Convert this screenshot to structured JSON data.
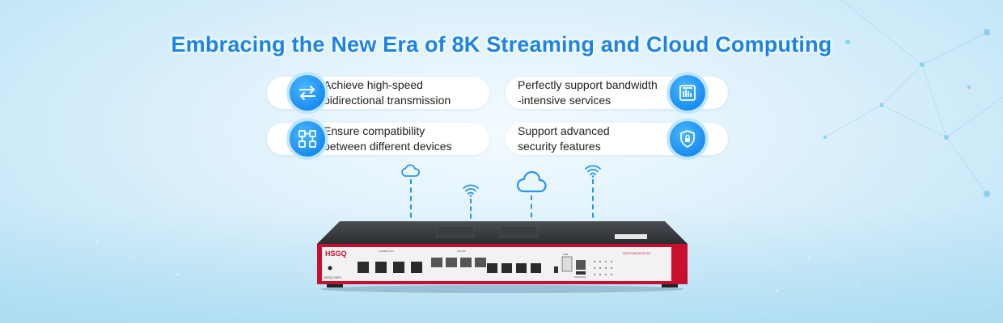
{
  "headline": "Embracing the New Era of 8K Streaming and Cloud Computing",
  "features": [
    {
      "lines": [
        "Achieve high-speed",
        "bidirectional transmission"
      ],
      "icon": "bidirectional-arrows-icon"
    },
    {
      "lines": [
        "Perfectly support bandwidth",
        "-intensive services"
      ],
      "icon": "network-box-icon"
    },
    {
      "lines": [
        "Ensure compatibility",
        "between different devices"
      ],
      "icon": "device-network-icon"
    },
    {
      "lines": [
        "Support advanced",
        "security features"
      ],
      "icon": "shield-lock-icon"
    }
  ],
  "device": {
    "brand": "HSGQ",
    "model": "HSGQ-T04PX",
    "type_label": "XGS-PON/GPON OLT",
    "groups": [
      "COMBO PON",
      "UPLINK"
    ],
    "port_labels": [
      "USB",
      "CONSOLE"
    ]
  },
  "colors": {
    "accent": "#1a84e6",
    "device_red": "#c8102e",
    "device_body": "#2b2d31"
  },
  "icons": [
    "cloud-icon",
    "wifi-icon",
    "cloud-icon",
    "wifi-icon"
  ]
}
